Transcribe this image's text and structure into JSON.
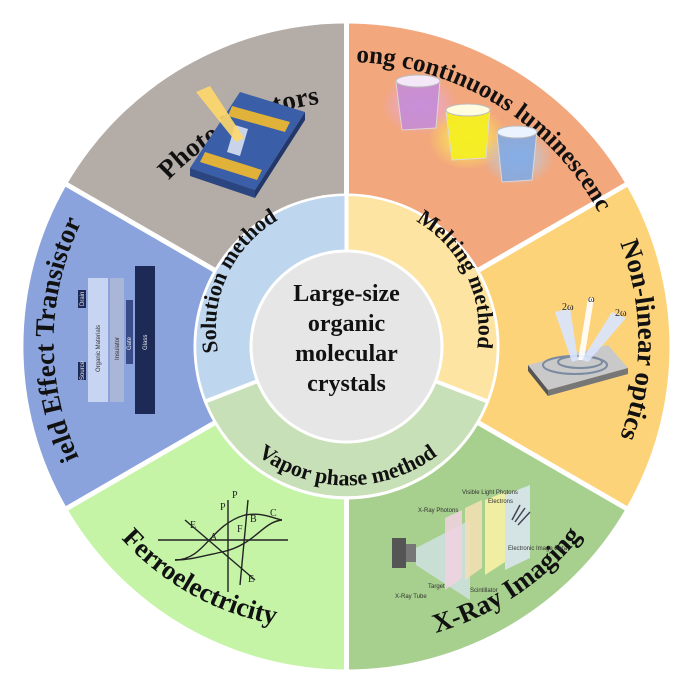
{
  "center": {
    "lines": [
      "Large-size",
      "organic",
      "molecular",
      "crystals"
    ]
  },
  "methods": {
    "solution": "Solution method",
    "melting": "Melting method",
    "vapor": "Vapor phase method"
  },
  "applications": {
    "photodetectors": "Photodetectors",
    "luminescence": "Long continuous luminescence",
    "nonlinear": "Non-linear optics",
    "xray": "X-Ray Imaging",
    "ferro": "Ferroelectricity",
    "fet": "Field Effect Transistors"
  },
  "fet_layers": {
    "drain": "Drain",
    "source": "Source",
    "organic": "Organic Materials",
    "insulator": "Insulator",
    "gate": "Gate",
    "glass": "Glass"
  },
  "nlo_labels": {
    "left": "2ω",
    "mid": "ω",
    "right": "2ω"
  },
  "ferro_labels": {
    "p1": "P",
    "p2": "P",
    "a": "A",
    "b": "B",
    "c": "C",
    "e1": "E",
    "e2": "E",
    "f": "F"
  },
  "xray_labels": {
    "tube": "X-Ray Tube",
    "photon": "X-Ray Photons",
    "visible": "Visible Light Photons",
    "electrons": "Electrons",
    "target": "Target",
    "scintillator": "Scintillator",
    "data": "Electronic Image Data"
  },
  "colors": {
    "photodetectors": "#b4aca7",
    "luminescence": "#f2a77d",
    "nonlinear": "#fdd37a",
    "xray": "#a7cf8e",
    "ferro": "#c5f4a7",
    "fet": "#8aa3dc",
    "solution": "#bed6ee",
    "melting": "#fde4a2",
    "vapor": "#c8e0b7",
    "center": "#e6e6e6"
  }
}
